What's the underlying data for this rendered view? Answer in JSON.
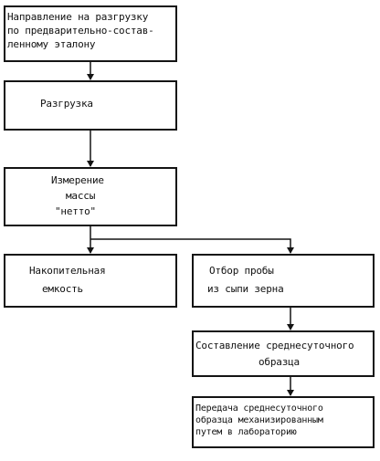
{
  "diagram": {
    "box1": [
      "Направление на разгрузку",
      "по предварительно-состав-",
      "ленному эталону"
    ],
    "box2": [
      "Разгрузка"
    ],
    "box3": [
      "Измерение",
      "массы",
      "\"нетто\""
    ],
    "box4": [
      "Накопительная",
      "емкость"
    ],
    "box5": [
      "Отбор пробы",
      "из сыпи зерна"
    ],
    "box6": [
      "Составление среднесуточного",
      "образца"
    ],
    "box7": [
      "Передача среднесуточного",
      "образца механизированным",
      "путем в лабораторию"
    ]
  }
}
